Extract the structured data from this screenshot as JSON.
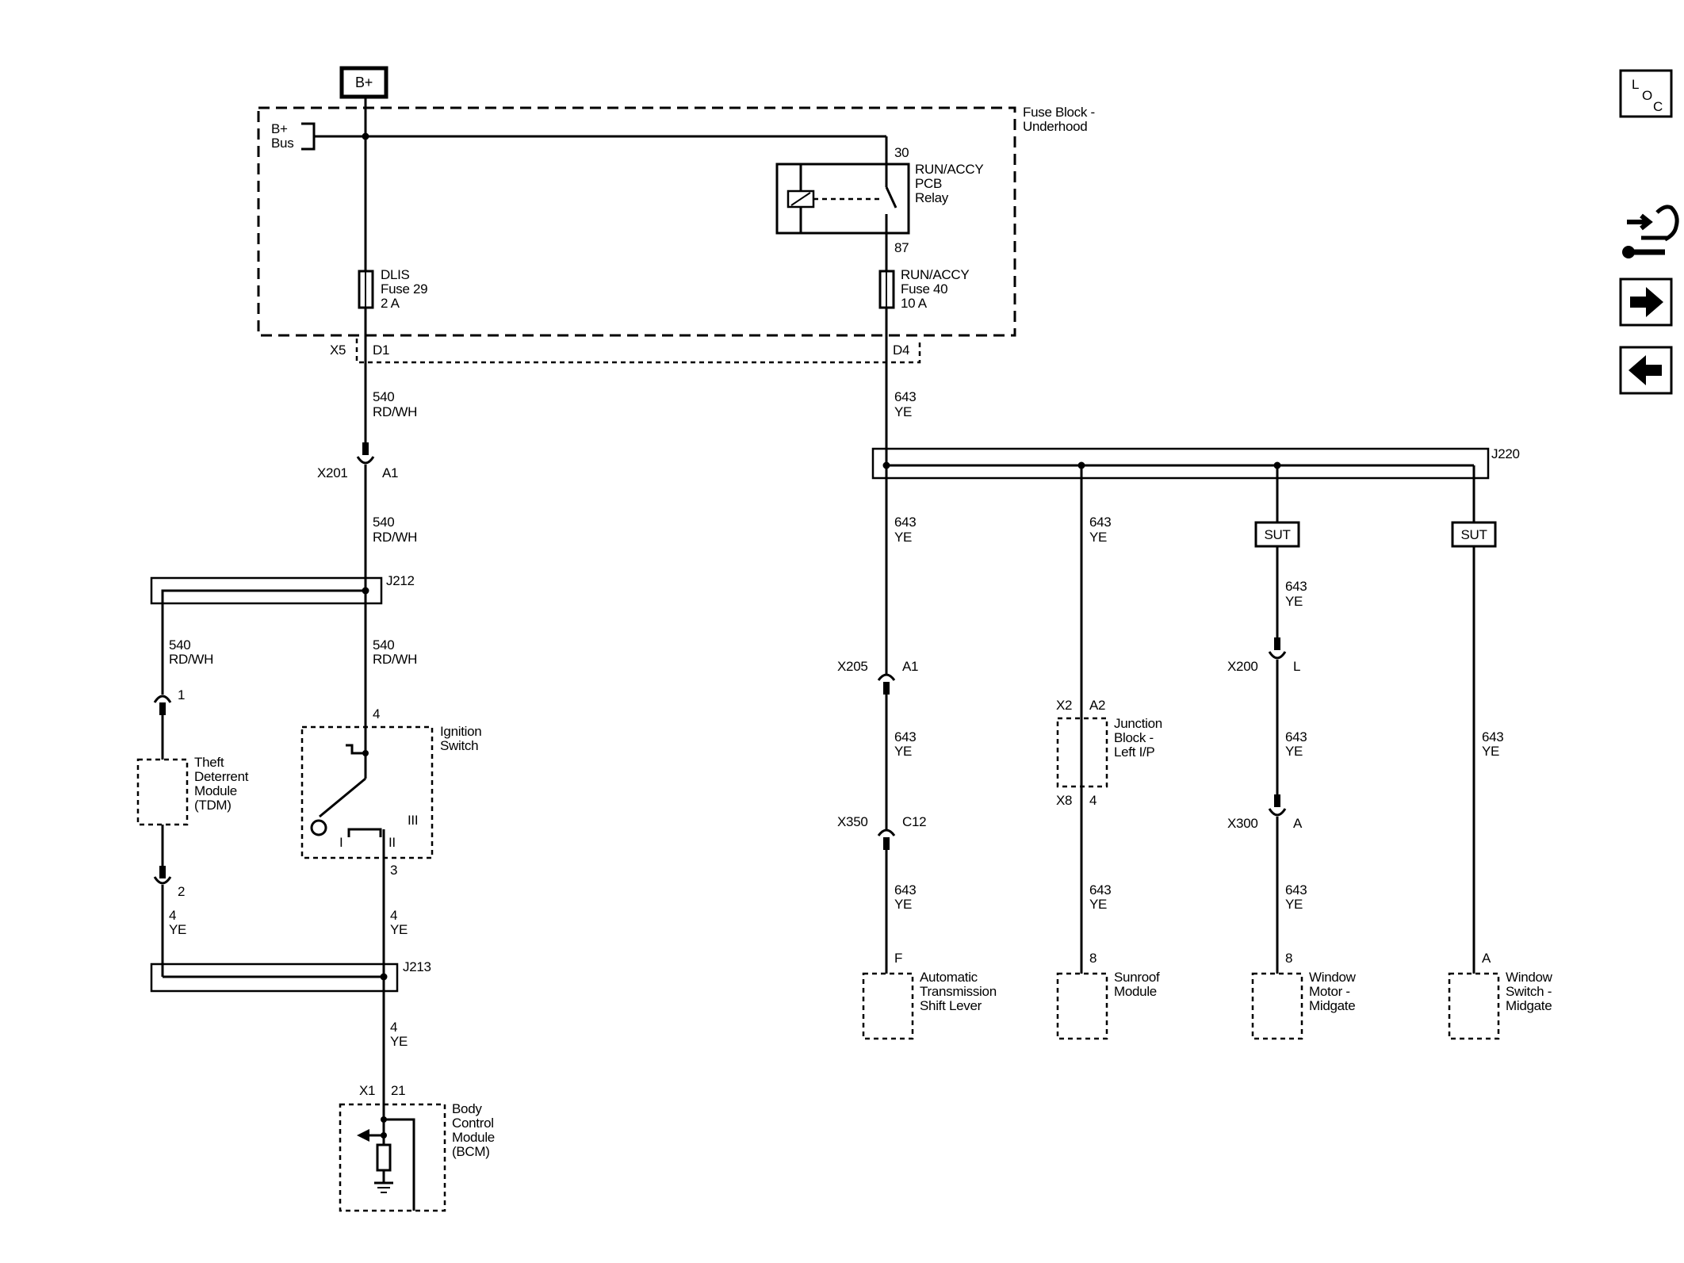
{
  "power": {
    "bplus_box": "B+"
  },
  "fuse_block": {
    "title_1": "Fuse Block -",
    "title_2": "Underhood",
    "bus_1": "B+",
    "bus_2": "Bus",
    "relay": {
      "pin_in": "30",
      "pin_out": "87",
      "line_1": "RUN/ACCY",
      "line_2": "PCB",
      "line_3": "Relay"
    },
    "fuse_dlis": {
      "line_1": "DLIS",
      "line_2": "Fuse 29",
      "line_3": "2 A"
    },
    "fuse_run": {
      "line_1": "RUN/ACCY",
      "line_2": "Fuse 40",
      "line_3": "10 A"
    },
    "connector": "X5",
    "pin_d1": "D1",
    "pin_d4": "D4"
  },
  "wires": {
    "w540": "540",
    "rdwh": "RD/WH",
    "w643": "643",
    "ye": "YE",
    "w4": "4"
  },
  "connectors": {
    "x201": "X201",
    "a1": "A1",
    "x205": "X205",
    "x350": "X350",
    "c12": "C12",
    "x200": "X200",
    "l": "L",
    "x300": "X300",
    "a": "A",
    "x2": "X2",
    "a2": "A2",
    "x8": "X8",
    "p4": "4",
    "x1": "X1",
    "p21": "21"
  },
  "splices": {
    "j212": "J212",
    "j213": "J213",
    "j220": "J220",
    "sut": "SUT"
  },
  "tdm": {
    "pin_top": "1",
    "pin_bottom": "2",
    "line_1": "Theft",
    "line_2": "Deterrent",
    "line_3": "Module",
    "line_4": "(TDM)"
  },
  "ignition": {
    "pin_top": "4",
    "pin_bottom": "3",
    "line_1": "Ignition",
    "line_2": "Switch",
    "pos_i": "I",
    "pos_ii": "II",
    "pos_iii": "III"
  },
  "bcm": {
    "line_1": "Body",
    "line_2": "Control",
    "line_3": "Module",
    "line_4": "(BCM)"
  },
  "modules": {
    "shift": {
      "pin": "F",
      "line_1": "Automatic",
      "line_2": "Transmission",
      "line_3": "Shift Lever"
    },
    "sunroof": {
      "pin": "8",
      "line_1": "Sunroof",
      "line_2": "Module"
    },
    "motor": {
      "pin": "8",
      "line_1": "Window",
      "line_2": "Motor -",
      "line_3": "Midgate"
    },
    "switch": {
      "pin": "A",
      "line_1": "Window",
      "line_2": "Switch -",
      "line_3": "Midgate"
    },
    "junction": {
      "line_1": "Junction",
      "line_2": "Block -",
      "line_3": "Left I/P"
    }
  },
  "sidebar": {
    "loc": {
      "l": "L",
      "o": "O",
      "c": "C"
    },
    "tools_icon": "tools-icon",
    "next_icon": "arrow-right-icon",
    "prev_icon": "arrow-left-icon"
  }
}
